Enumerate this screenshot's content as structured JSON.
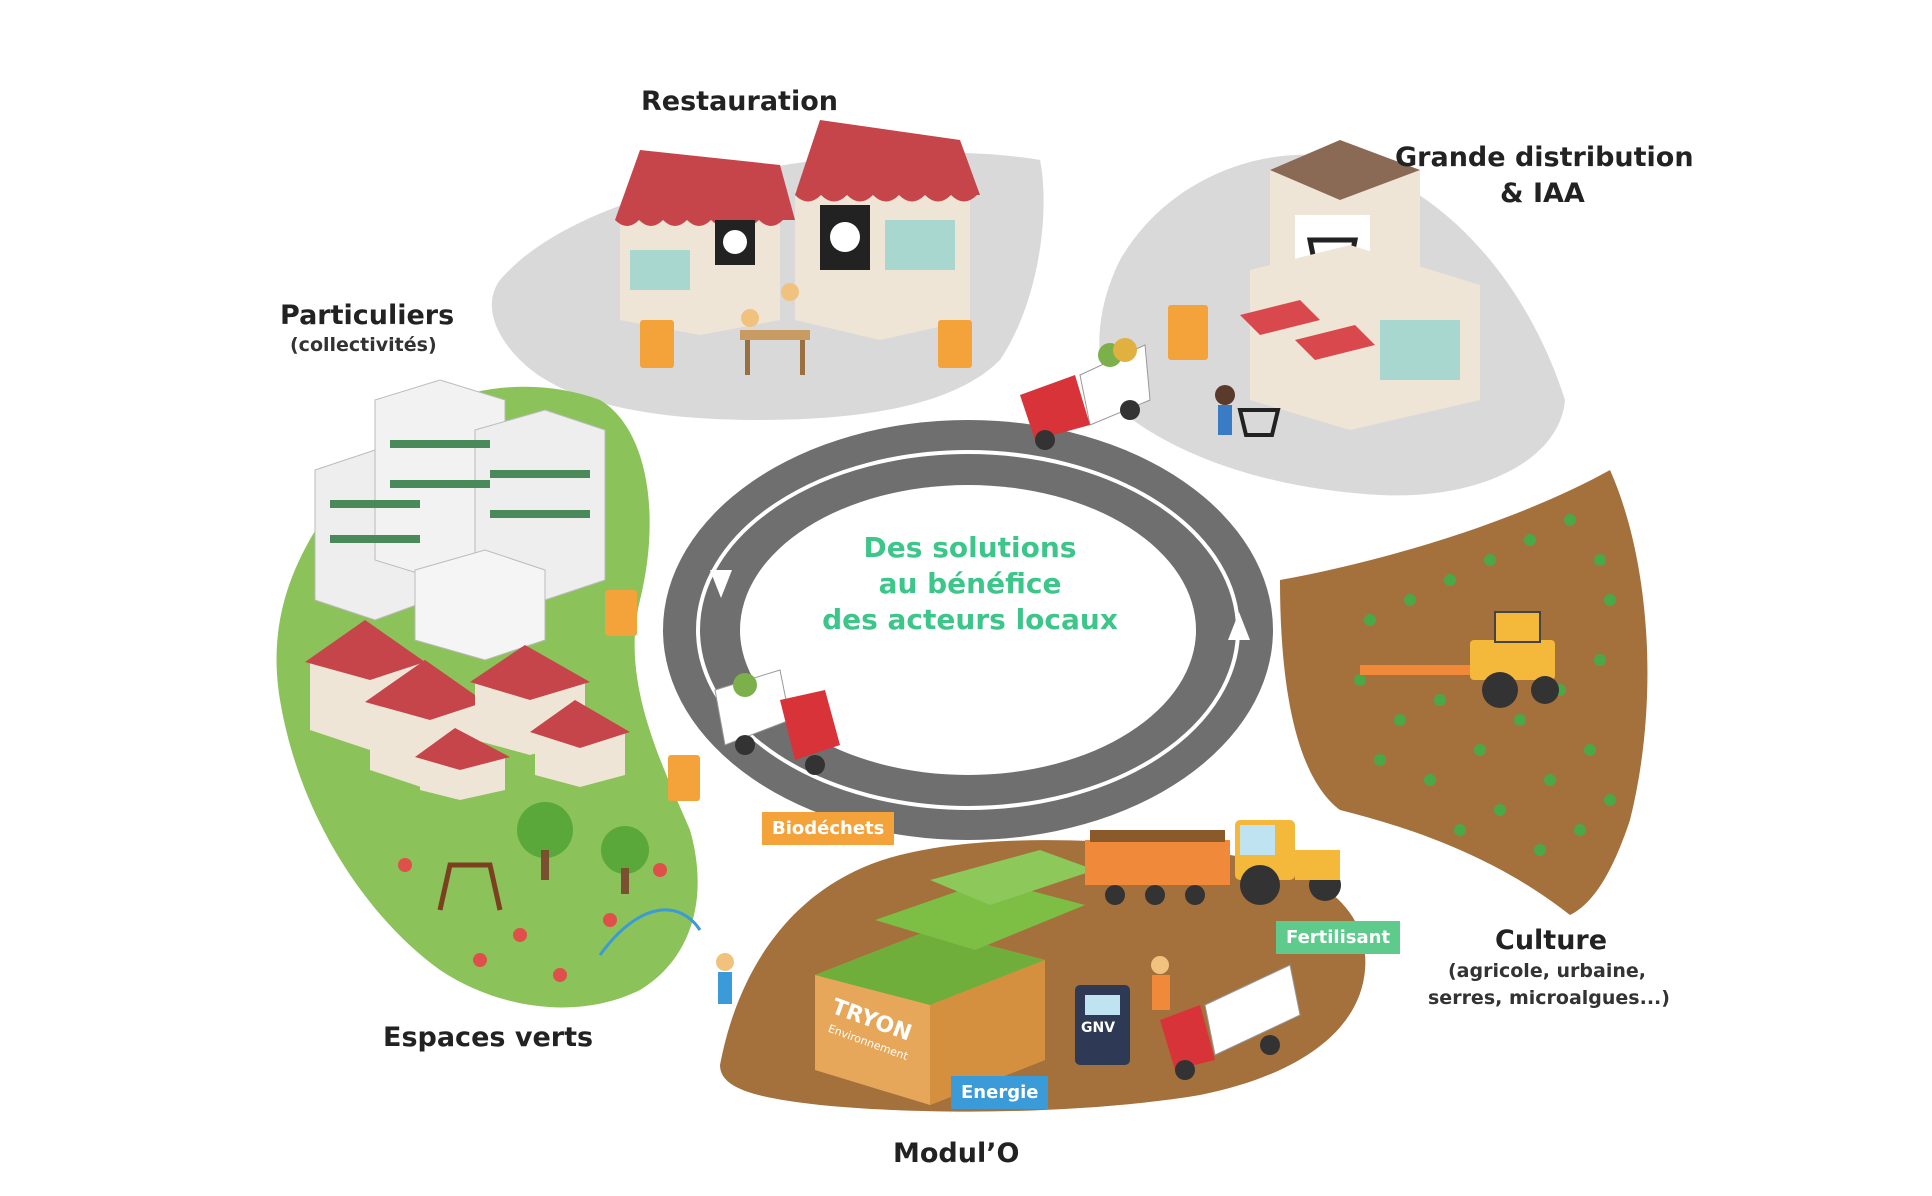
{
  "center": {
    "line1": "Des solutions",
    "line2": "au bénéfice",
    "line3": "des acteurs locaux"
  },
  "sectors": {
    "restauration": "Restauration",
    "grande_distribution_1": "Grande distribution",
    "grande_distribution_2": "& IAA",
    "particuliers": "Particuliers",
    "particuliers_sub": "(collectivités)",
    "espaces_verts": "Espaces verts",
    "culture": "Culture",
    "culture_sub1": "(agricole, urbaine,",
    "culture_sub2": "serres, microalgues...)",
    "modulo": "Modul’O"
  },
  "tags": {
    "biodechets": "Biodéchets",
    "fertilisant": "Fertilisant",
    "energie": "Energie",
    "gnv": "GNV",
    "brand": "TRYON",
    "brand_sub": "Environnement"
  },
  "colors": {
    "accent_green": "#3cc68a",
    "biodechets_orange": "#f4a23a",
    "fertilisant_green": "#5ecb8c",
    "energie_blue": "#3a9bd8",
    "road_gray": "#6f6f6f",
    "zone_gray": "#d9d9d9",
    "grass_green": "#8cc25a",
    "soil_brown": "#a4703c"
  }
}
